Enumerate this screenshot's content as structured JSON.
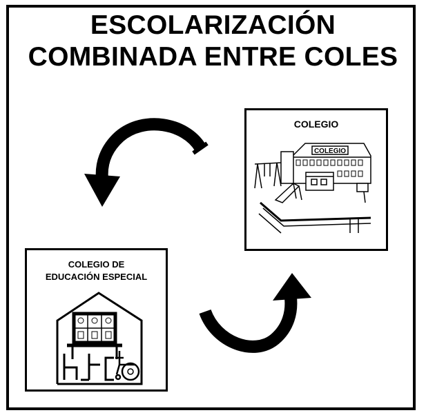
{
  "title": {
    "line1": "ESCOLARIZACIÓN",
    "line2": "COMBINADA ENTRE COLES"
  },
  "school_card": {
    "label": "COLEGIO",
    "building_sign": "COLEGIO"
  },
  "special_card": {
    "label_line1": "COLEGIO DE",
    "label_line2": "EDUCACIÓN ESPECIAL"
  },
  "icons": {
    "top_arrow": "curved-arrow-icon",
    "bottom_arrow": "curved-arrow-icon",
    "school": "school-building-icon",
    "special_school": "special-school-house-icon",
    "wheelchair": "wheelchair-icon"
  },
  "colors": {
    "stroke": "#000000",
    "background": "#ffffff"
  }
}
